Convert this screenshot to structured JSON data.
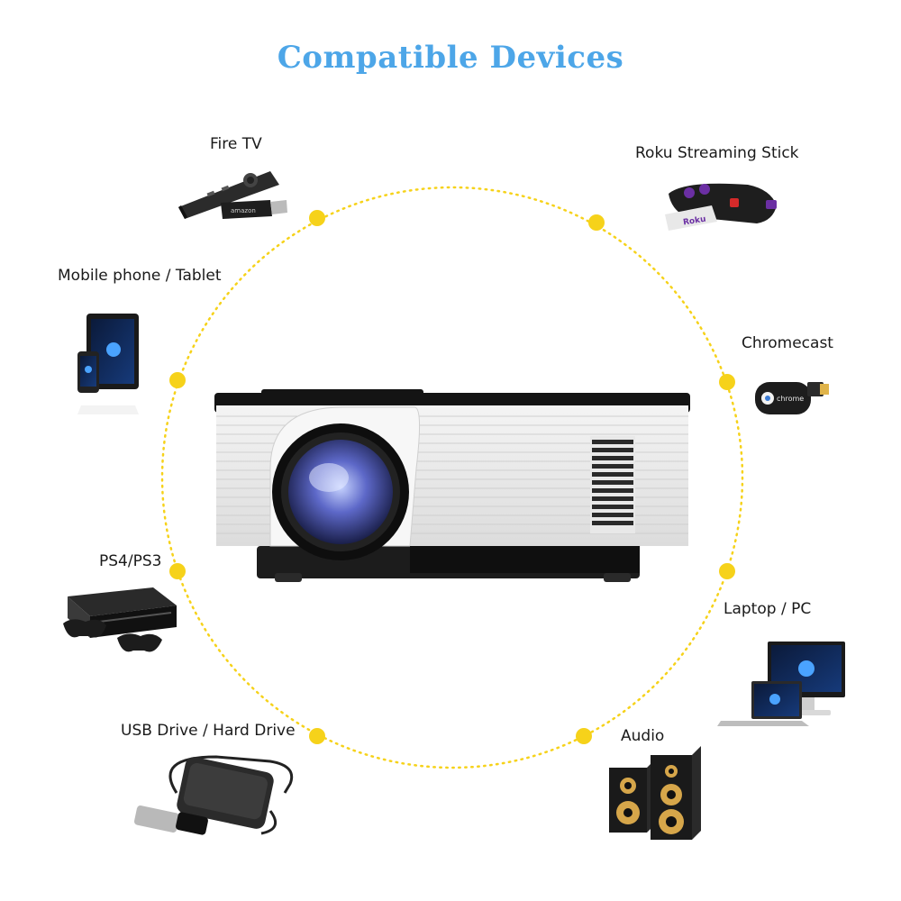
{
  "page": {
    "title": "Compatible Devices",
    "title_color": "#4da6e8",
    "accent_color": "#f6d21a",
    "devices": [
      {
        "label": "Fire TV",
        "icon": "fire-tv-remote-icon"
      },
      {
        "label": "Roku Streaming Stick",
        "icon": "roku-stick-icon",
        "printed_text": "Roku"
      },
      {
        "label": "Mobile phone / Tablet",
        "icon": "phone-tablet-icon"
      },
      {
        "label": "Chromecast",
        "icon": "chromecast-icon",
        "printed_text": "chrome"
      },
      {
        "label": "PS4/PS3",
        "icon": "game-console-icon"
      },
      {
        "label": "Laptop / PC",
        "icon": "laptop-pc-icon"
      },
      {
        "label": "USB Drive / Hard Drive",
        "icon": "usb-hard-drive-icon"
      },
      {
        "label": "Audio",
        "icon": "speakers-icon"
      }
    ],
    "fire_tv_stick_text": "amazon",
    "center_device": "projector-icon"
  }
}
